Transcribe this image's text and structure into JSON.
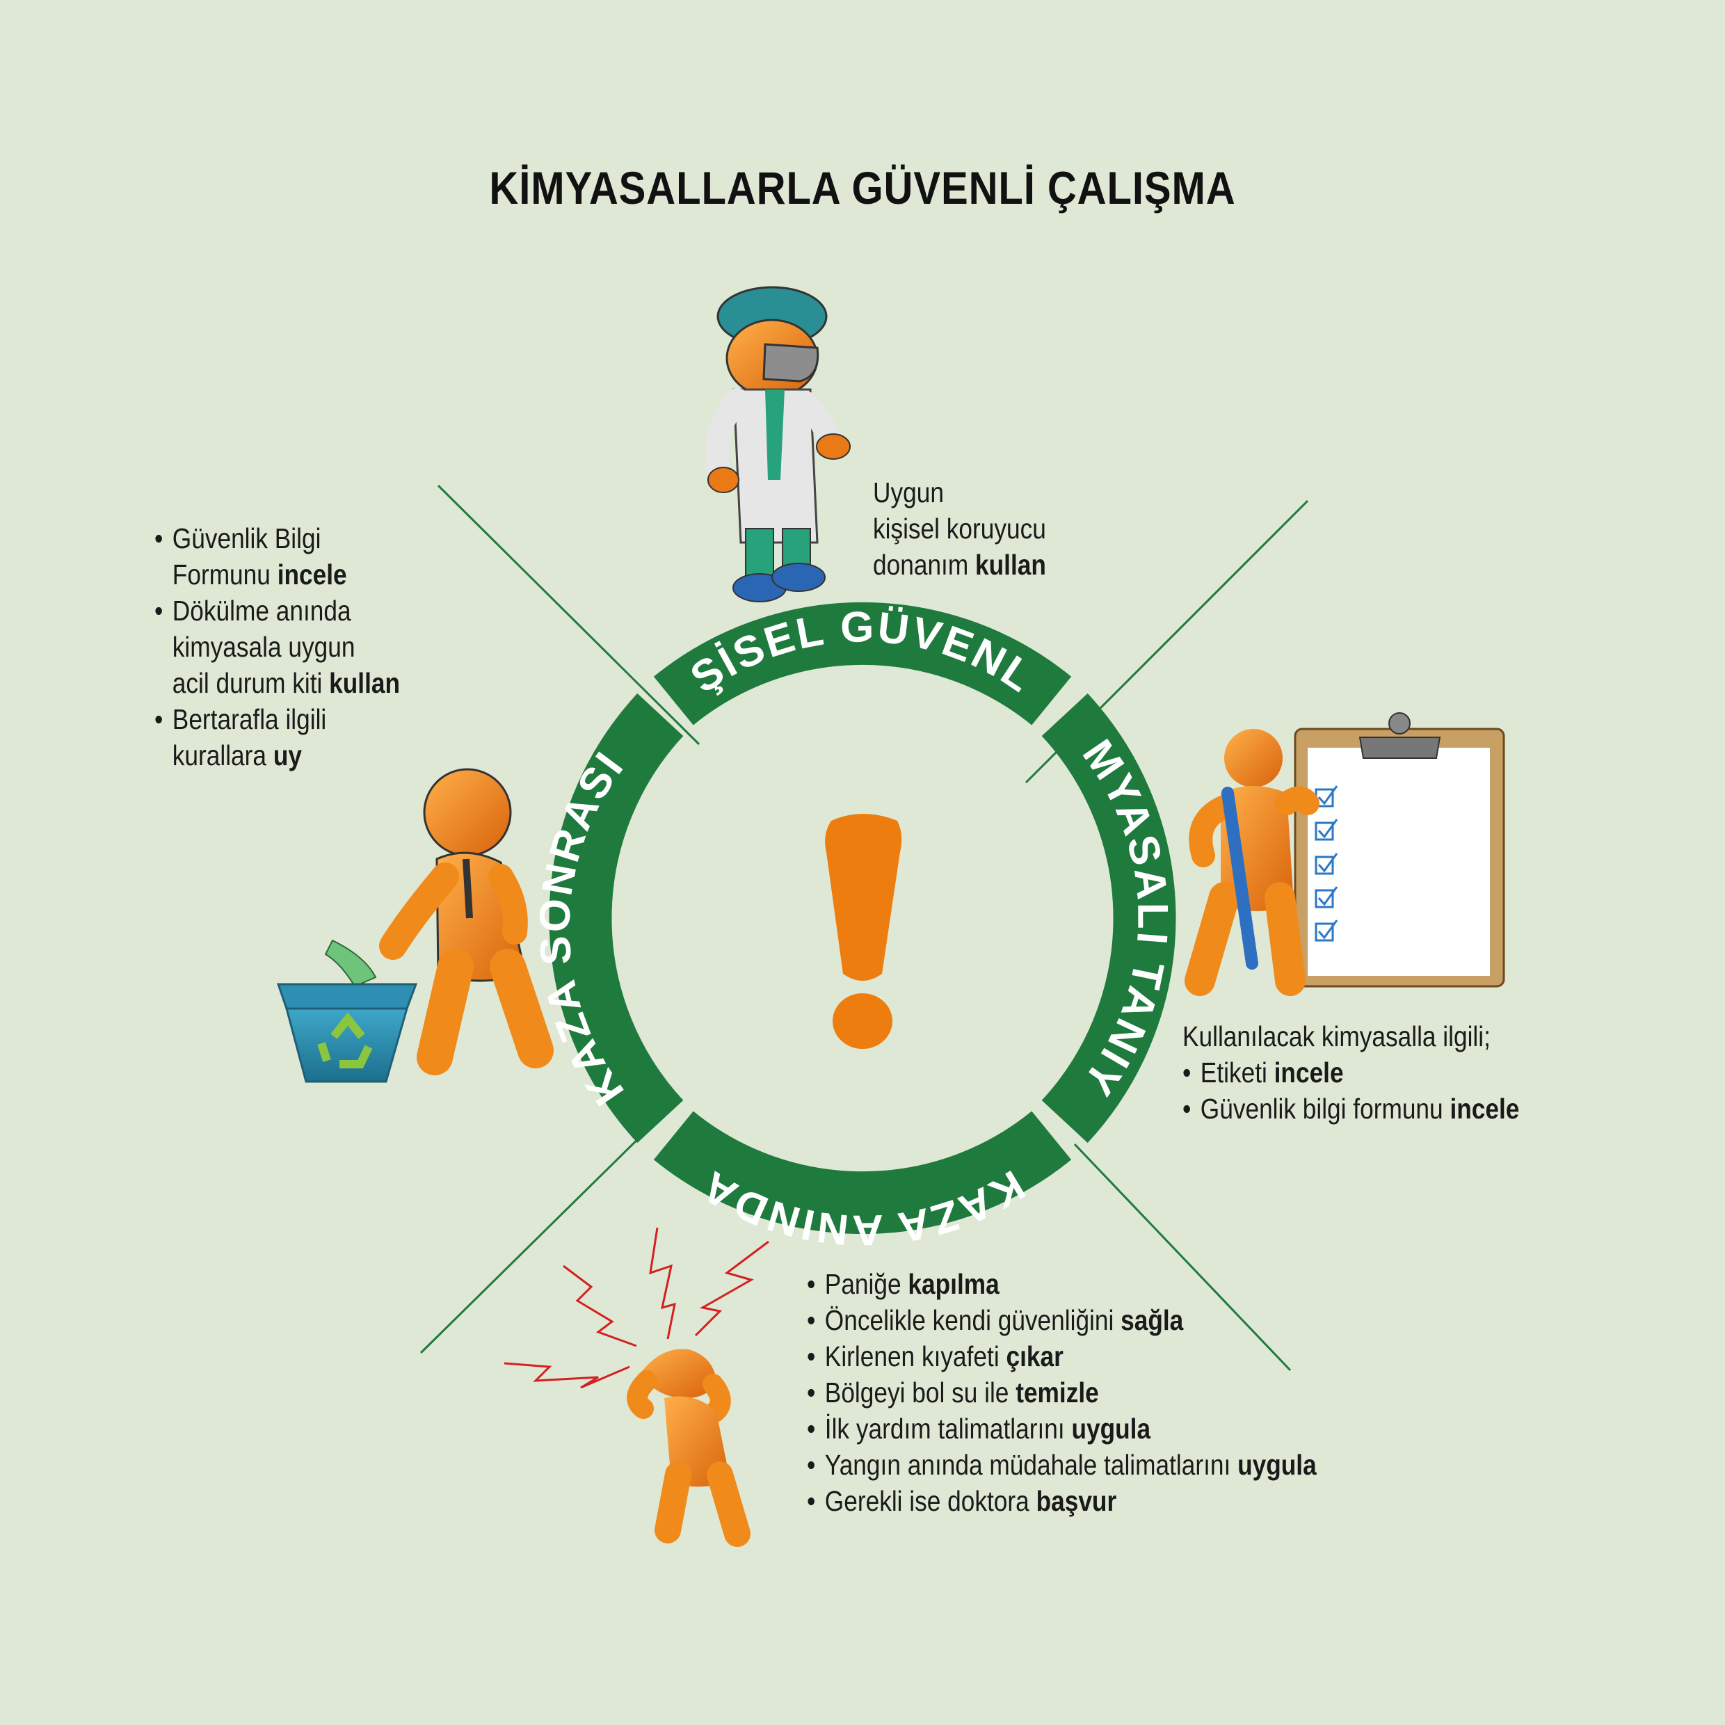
{
  "title": "KİMYASALLARLA GÜVENLİ ÇALIŞMA",
  "colors": {
    "background": "#dfe8d5",
    "ring_green": "#1f7a3e",
    "exclamation_orange": "#ed7d0f",
    "figure_orange": "#f08a1a"
  },
  "ring_labels": {
    "top": "KİŞİSEL GÜVENLİK",
    "right": "KİMYASALI TANIYIN",
    "bottom": "KAZA ANINDA",
    "left": "KAZA SONRASI"
  },
  "center_icon": "exclamation-icon",
  "sections": {
    "top": {
      "icon": "surgeon-figure-icon",
      "line1": "Uygun",
      "line2": "kişisel koruyucu",
      "line3_pre": "donanım ",
      "line3_bold": "kullan"
    },
    "right": {
      "icon": "clipboard-figure-icon",
      "intro": "Kullanılacak kimyasalla ilgili;",
      "items": [
        {
          "pre": "Etiketi ",
          "bold": "incele"
        },
        {
          "pre": "Güvenlik bilgi formunu ",
          "bold": "incele"
        }
      ]
    },
    "bottom": {
      "icon": "panicking-figure-icon",
      "items": [
        {
          "pre": "Paniğe ",
          "bold": "kapılma"
        },
        {
          "pre": "Öncelikle kendi güvenliğini ",
          "bold": "sağla"
        },
        {
          "pre": "Kirlenen kıyafeti ",
          "bold": "çıkar"
        },
        {
          "pre": "Bölgeyi bol su ile ",
          "bold": "temizle"
        },
        {
          "pre": "İlk yardım talimatlarını ",
          "bold": "uygula"
        },
        {
          "pre": "Yangın anında müdahale talimatlarını ",
          "bold": "uygula"
        },
        {
          "pre": "Gerekli ise doktora ",
          "bold": "başvur"
        }
      ]
    },
    "left": {
      "icon": "recycle-figure-icon",
      "items": [
        {
          "l1": "Güvenlik Bilgi",
          "l2_pre": "Formunu ",
          "l2_bold": "incele"
        },
        {
          "l1": "Dökülme anında",
          "l2_pre": "kimyasala uygun",
          "l3_pre": "acil durum kiti ",
          "l3_bold": "kullan"
        },
        {
          "l1": "Bertarafla ilgili",
          "l2_pre": "kurallara ",
          "l2_bold": "uy"
        }
      ]
    }
  }
}
